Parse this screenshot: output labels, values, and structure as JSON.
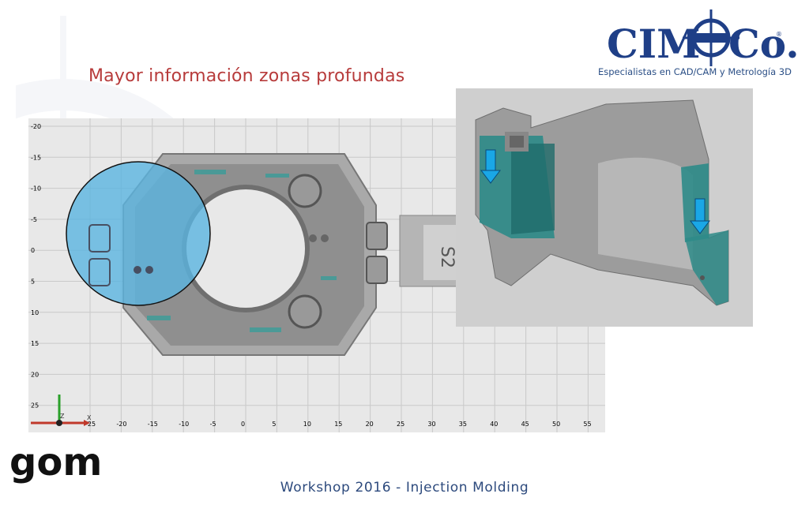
{
  "title": "Mayor información zonas profundas",
  "footer": "Workshop 2016 - Injection Molding",
  "logo": {
    "brand_left": "CIM",
    "brand_right": "Co.",
    "registered": "®",
    "tagline": "Especialistas en CAD/CAM y Metrología 3D",
    "gom": "gom"
  },
  "viewport_left": {
    "y_ticks": [
      "-20",
      "-15",
      "-10",
      "-5",
      "0",
      "5",
      "10",
      "15",
      "20",
      "25"
    ],
    "x_ticks": [
      "-25",
      "-20",
      "-15",
      "-10",
      "-5",
      "0",
      "5",
      "10",
      "15",
      "20",
      "25",
      "30",
      "35",
      "40",
      "45",
      "50",
      "55"
    ],
    "axis_x_label": "X",
    "axis_z_label": "Z",
    "part_label": "S2"
  },
  "colors": {
    "title": "#b73b3b",
    "footer": "#2d4a7d",
    "highlight": "#5ab4e0",
    "teal": "#2e8b88",
    "arrow": "#1aa7e6"
  }
}
